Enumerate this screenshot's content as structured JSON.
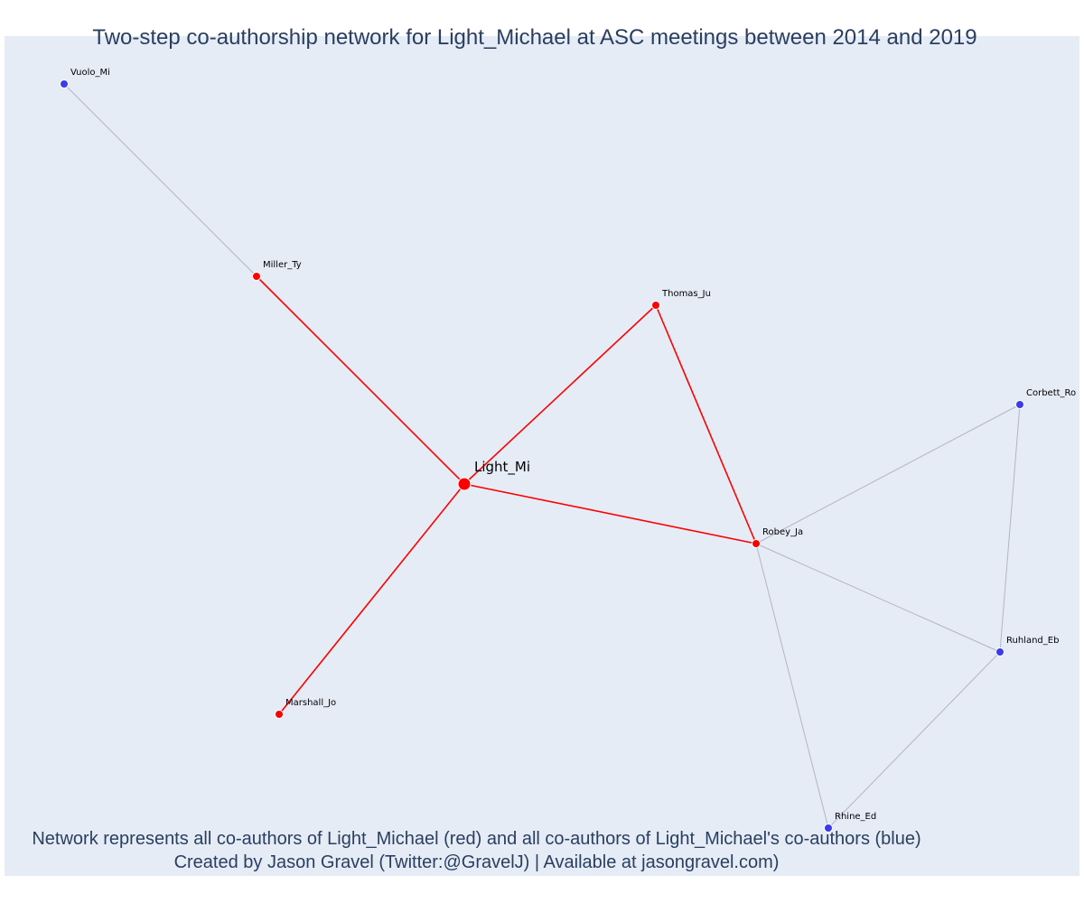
{
  "title": "Two-step co-authorship network for Light_Michael at ASC meetings between 2014 and 2019",
  "captions": [
    "Network represents all co-authors of Light_Michael (red) and all co-authors of Light_Michael's co-authors (blue)",
    "Created by Jason Gravel (Twitter:@GravelJ) | Available at jasongravel.com)"
  ],
  "colors": {
    "direct": "#ff0000",
    "second_step": "#3b3bec",
    "indirect_edge": "#b4b4c8",
    "background": "#e5ecf6"
  },
  "nodes": [
    {
      "id": "Light_Mi",
      "label": "Light_Mi",
      "group": "ego"
    },
    {
      "id": "Vuolo_Mi",
      "label": "Vuolo_Mi",
      "group": "second"
    },
    {
      "id": "Miller_Ty",
      "label": "Miller_Ty",
      "group": "direct"
    },
    {
      "id": "Thomas_Ju",
      "label": "Thomas_Ju",
      "group": "direct"
    },
    {
      "id": "Corbett_Ro",
      "label": "Corbett_Ro",
      "group": "second"
    },
    {
      "id": "Robey_Ja",
      "label": "Robey_Ja",
      "group": "direct"
    },
    {
      "id": "Ruhland_Eb",
      "label": "Ruhland_Eb",
      "group": "second"
    },
    {
      "id": "Marshall_Jo",
      "label": "Marshall_Jo",
      "group": "direct"
    },
    {
      "id": "Rhine_Ed",
      "label": "Rhine_Ed",
      "group": "second"
    }
  ],
  "edges": [
    {
      "from": "Light_Mi",
      "to": "Miller_Ty",
      "type": "direct"
    },
    {
      "from": "Light_Mi",
      "to": "Thomas_Ju",
      "type": "direct"
    },
    {
      "from": "Light_Mi",
      "to": "Robey_Ja",
      "type": "direct"
    },
    {
      "from": "Light_Mi",
      "to": "Marshall_Jo",
      "type": "direct"
    },
    {
      "from": "Thomas_Ju",
      "to": "Robey_Ja",
      "type": "direct"
    },
    {
      "from": "Miller_Ty",
      "to": "Vuolo_Mi",
      "type": "indirect"
    },
    {
      "from": "Robey_Ja",
      "to": "Corbett_Ro",
      "type": "indirect"
    },
    {
      "from": "Robey_Ja",
      "to": "Ruhland_Eb",
      "type": "indirect"
    },
    {
      "from": "Robey_Ja",
      "to": "Rhine_Ed",
      "type": "indirect"
    },
    {
      "from": "Corbett_Ro",
      "to": "Ruhland_Eb",
      "type": "indirect"
    },
    {
      "from": "Ruhland_Eb",
      "to": "Rhine_Ed",
      "type": "indirect"
    }
  ]
}
